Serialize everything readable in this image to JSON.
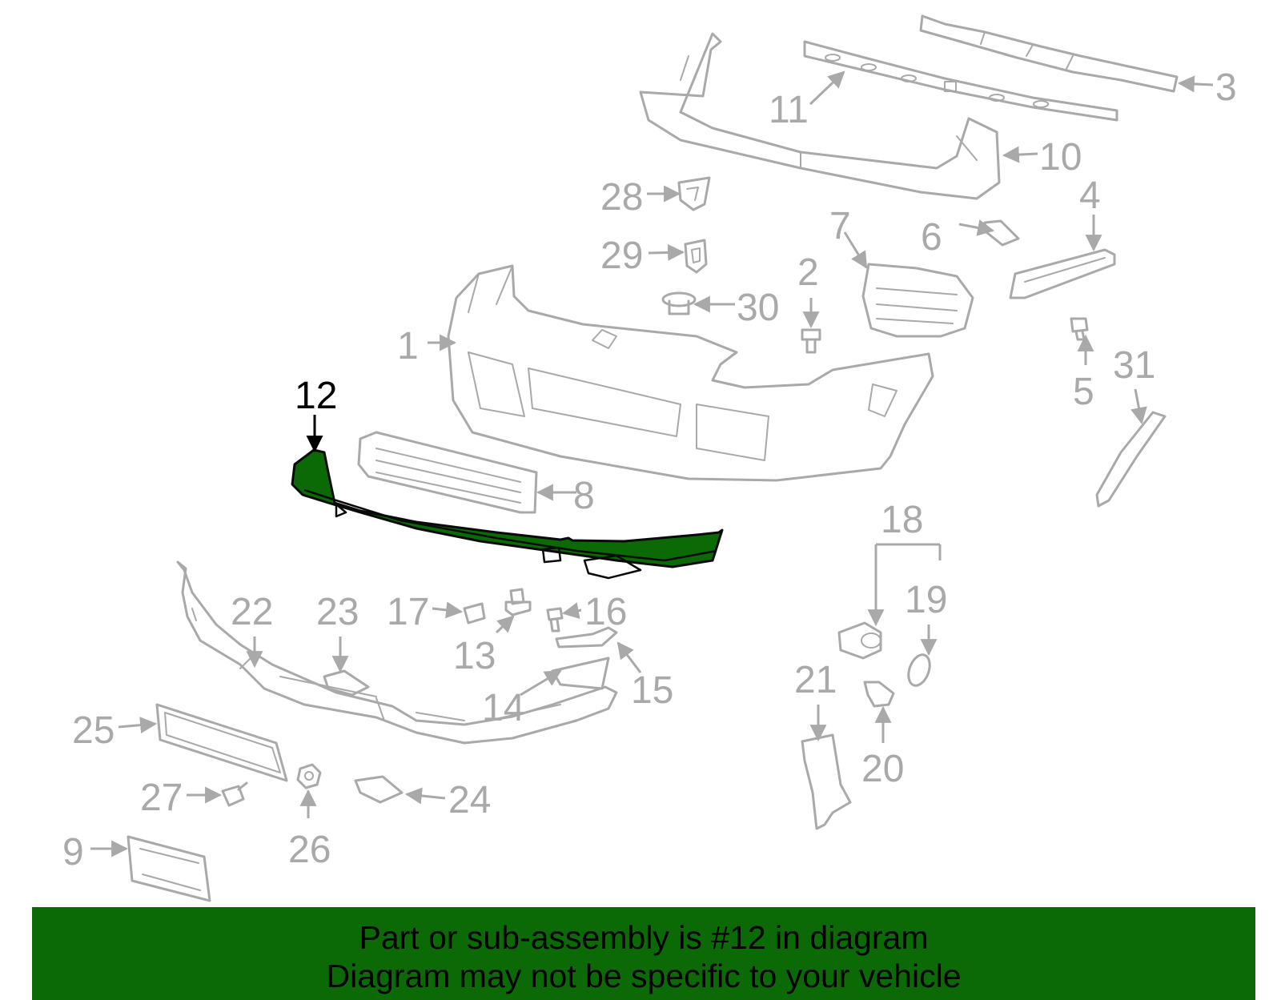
{
  "diagram": {
    "highlighted_part": "12",
    "labels": [
      "1",
      "2",
      "3",
      "4",
      "5",
      "6",
      "7",
      "8",
      "9",
      "10",
      "11",
      "12",
      "13",
      "14",
      "15",
      "16",
      "17",
      "18",
      "19",
      "20",
      "21",
      "22",
      "23",
      "24",
      "25",
      "26",
      "27",
      "28",
      "29",
      "30",
      "31"
    ],
    "colors": {
      "highlight": "#0b6a06",
      "line": "#a9a9a9",
      "highlight_label": "#000000"
    }
  },
  "banner": {
    "line1": "Part or sub-assembly is #12 in diagram",
    "line2": "Diagram may not be specific to your vehicle"
  }
}
